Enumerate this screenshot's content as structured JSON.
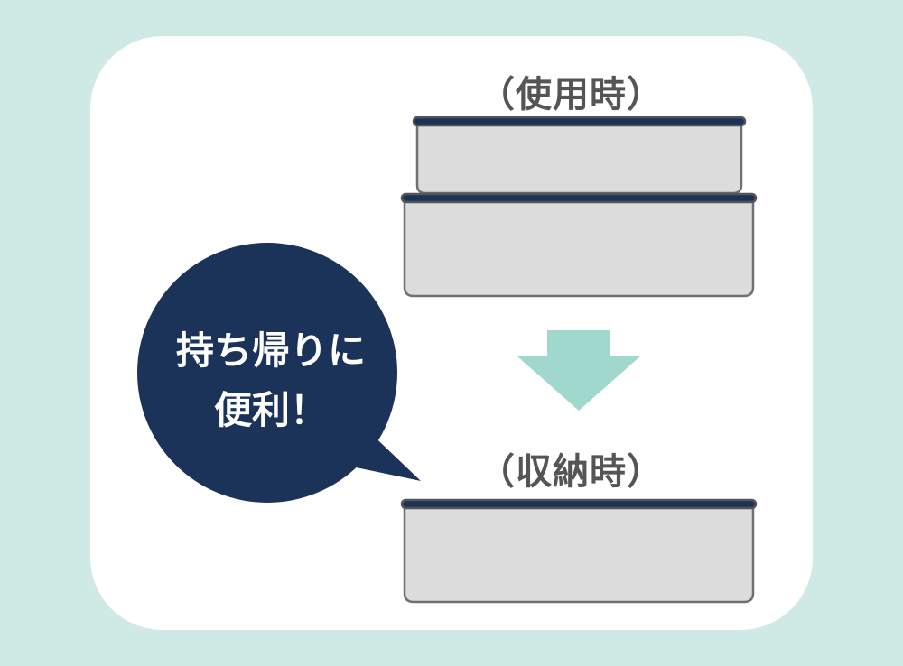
{
  "labels": {
    "in_use": "（使用時）",
    "storage": "（収納時）"
  },
  "bubble": {
    "line1": "持ち帰りに",
    "line2": "便利！"
  },
  "colors": {
    "background": "#cfe9e4",
    "lid": "#1b3359",
    "container": "#dcdcdc",
    "arrow": "#a0d8cd",
    "bubble": "#1b3359"
  }
}
